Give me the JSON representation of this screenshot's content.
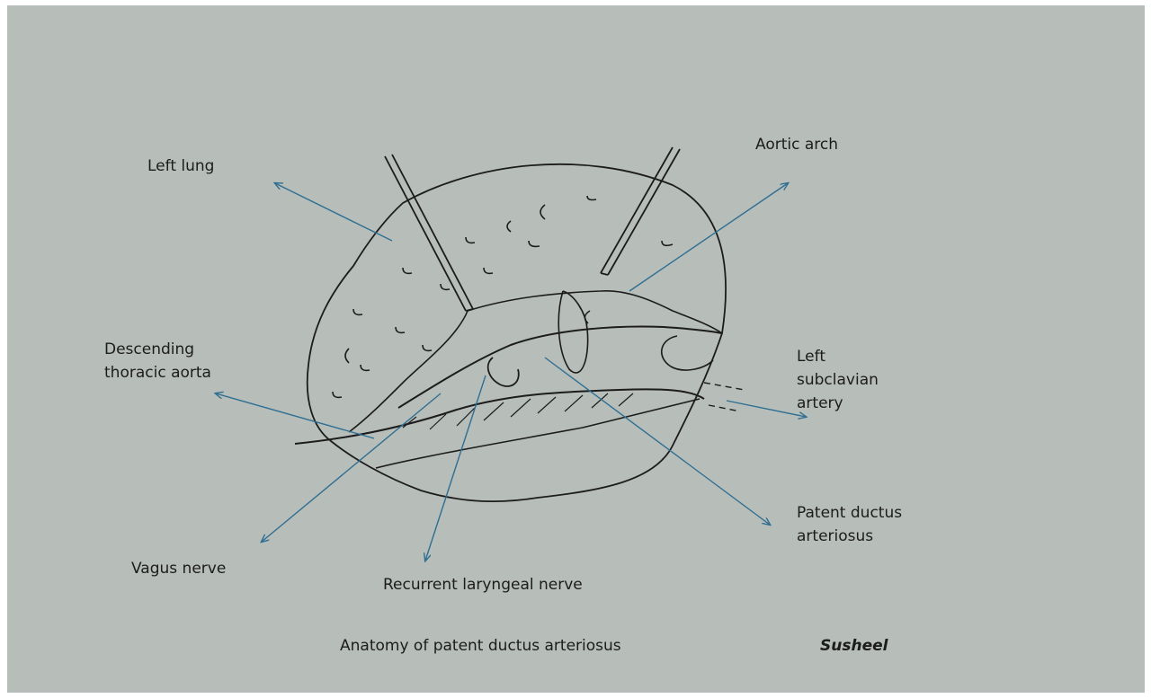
{
  "labels": {
    "left_lung": "Left lung",
    "aortic_arch": "Aortic arch",
    "descending_aorta": [
      "Descending",
      "thoracic aorta"
    ],
    "left_subclavian": [
      "Left",
      "subclavian",
      "artery"
    ],
    "patent_ductus": [
      "Patent ductus",
      "arteriosus"
    ],
    "vagus_nerve": "Vagus nerve",
    "recurrent_laryngeal": "Recurrent laryngeal nerve"
  },
  "caption": "Anatomy of patent ductus arteriosus",
  "credit": "Susheel",
  "colors": {
    "background": "#b7bdb8",
    "sketch": "#1c1c1c",
    "arrow": "#2f6f93"
  }
}
